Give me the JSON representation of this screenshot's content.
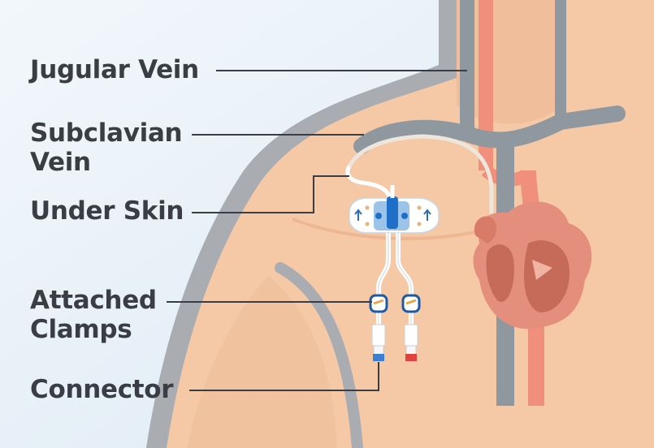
{
  "labels": {
    "jugular": "Jugular Vein",
    "subclavian_1": "Subclavian",
    "subclavian_2": "Vein",
    "under_skin": "Under Skin",
    "clamps_1": "Attached",
    "clamps_2": "Clamps",
    "connector": "Connector"
  },
  "colors": {
    "background": "#ffffff",
    "sky": "#e3eef7",
    "skin": "#f5c9a6",
    "skin_shadow": "#e9ac86",
    "outline": "#a9adb2",
    "vein": "#8f989f",
    "artery": "#ef8f7c",
    "heart": "#e48f7e",
    "catheter": "#ece6dc",
    "device_blue": "#1f6fc9",
    "connector_red": "#e0423f",
    "label_text": "#3a3d45"
  }
}
